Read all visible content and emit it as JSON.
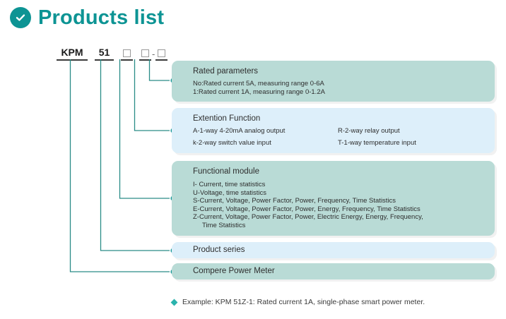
{
  "header": {
    "title": "Products list",
    "icon": "check-circle-icon",
    "accent_color": "#0d9494"
  },
  "code_line": {
    "segments": [
      {
        "type": "text",
        "value": "KPM"
      },
      {
        "type": "text",
        "value": "51"
      },
      {
        "type": "box",
        "value": ""
      },
      {
        "type": "box",
        "value": ""
      },
      {
        "type": "separator",
        "value": "-"
      },
      {
        "type": "box",
        "value": ""
      }
    ]
  },
  "colors": {
    "box_teal": "#b9dbd6",
    "box_blue": "#ddeffa",
    "connector": "#2a8c87",
    "dot": "#1f9c9c",
    "diamond": "#2bb3ad"
  },
  "boxes": {
    "rated": {
      "title": "Rated parameters",
      "lines": [
        "No:Rated current 5A, measuring range 0-6A",
        "1:Rated current 1A, measuring range 0-1.2A"
      ]
    },
    "extension": {
      "title": "Extention Function",
      "rows": [
        {
          "left": "A-1-way 4-20mA analog output",
          "right": "R-2-way relay output"
        },
        {
          "left": "k-2-way switch value input",
          "right": "T-1-way temperature input"
        }
      ]
    },
    "module": {
      "title": "Functional module",
      "lines": [
        "I- Current, time statistics",
        "U-Voltage, time statistics",
        "S-Current, Voltage, Power Factor, Power, Frequency, Time Statistics",
        "E-Current, Voltage, Power Factor, Power, Energy, Frequency, Time Statistics",
        "Z-Current, Voltage, Power Factor, Power, Electric Energy, Energy, Frequency,"
      ],
      "continuation": "Time Statistics"
    },
    "series": {
      "label": "Product series"
    },
    "meter": {
      "label": "Compere  Power  Meter"
    }
  },
  "footer": {
    "bullet": "diamond-bullet-icon",
    "text": "Example: KPM 51Z-1: Rated current 1A, single-phase smart power meter."
  }
}
